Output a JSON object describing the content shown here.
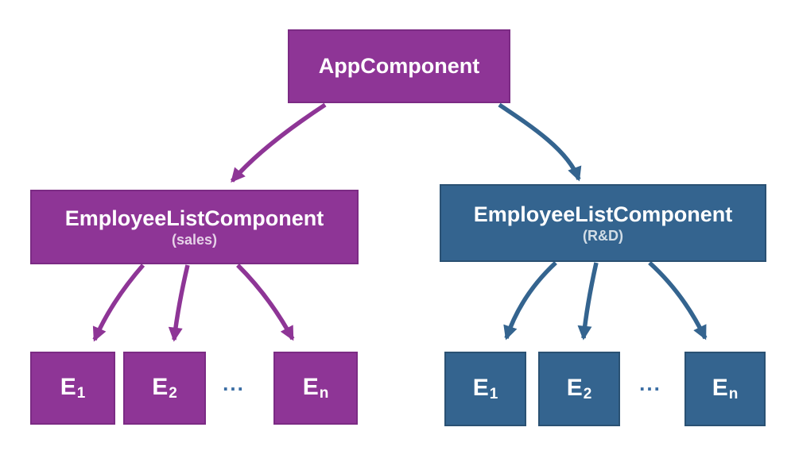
{
  "colors": {
    "purple": "#8e3596",
    "purple-dark": "#7b2b84",
    "blue": "#34648f",
    "blue-dark": "#2a5173",
    "ellipsis": "#3a6da3",
    "background": "#ffffff",
    "text": "#ffffff"
  },
  "app": {
    "label": "AppComponent"
  },
  "sales": {
    "title": "EmployeeListComponent",
    "subtitle": "(sales)",
    "children": [
      {
        "base": "E",
        "sub": "1"
      },
      {
        "base": "E",
        "sub": "2"
      },
      {
        "base": "E",
        "sub": "n"
      }
    ],
    "ellipsis": "..."
  },
  "rnd": {
    "title": "EmployeeListComponent",
    "subtitle": "(R&D)",
    "children": [
      {
        "base": "E",
        "sub": "1"
      },
      {
        "base": "E",
        "sub": "2"
      },
      {
        "base": "E",
        "sub": "n"
      }
    ],
    "ellipsis": "..."
  }
}
